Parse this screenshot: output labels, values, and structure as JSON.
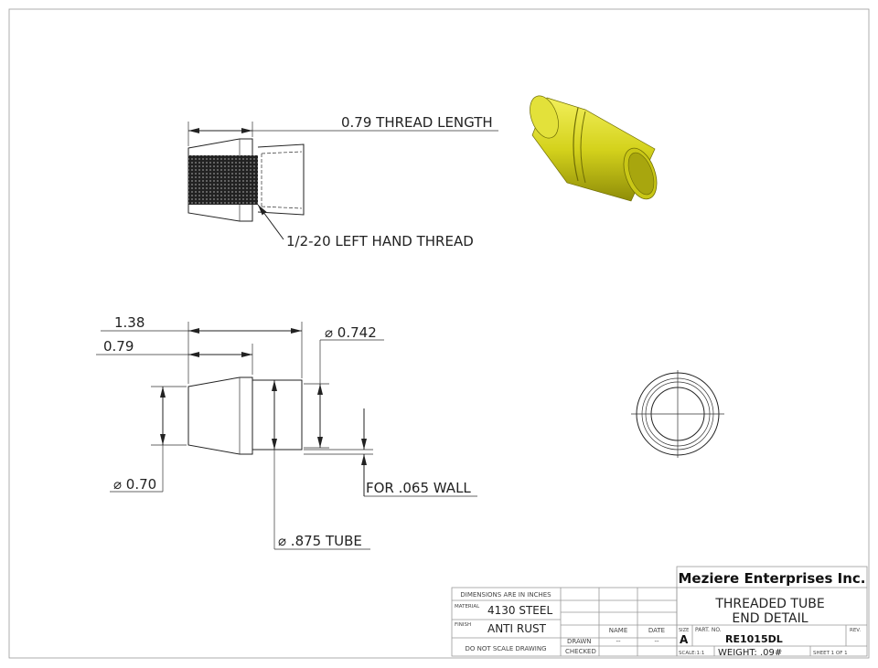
{
  "drawing": {
    "thread_length": "0.79 THREAD LENGTH",
    "thread_spec": "1/2-20 LEFT HAND THREAD",
    "dim_overall": "1.38",
    "dim_taper": "0.79",
    "dim_tube_od": "⌀ 0.742",
    "dim_end_od": "⌀ 0.70",
    "dim_wall": "FOR .065 WALL",
    "dim_tube": "⌀ .875 TUBE"
  },
  "title_block": {
    "company": "Meziere Enterprises Inc.",
    "title_line1": "THREADED TUBE",
    "title_line2": "END DETAIL",
    "dimensions_note": "DIMENSIONS ARE IN INCHES",
    "material_label": "MATERIAL",
    "material": "4130 STEEL",
    "finish_label": "FINISH",
    "finish": "ANTI RUST",
    "scale_note": "DO NOT SCALE DRAWING",
    "name_label": "NAME",
    "date_label": "DATE",
    "drawn_label": "DRAWN",
    "drawn_name": "--",
    "drawn_date": "--",
    "checked_label": "CHECKED",
    "size_label": "SIZE",
    "size": "A",
    "part_no_label": "PART. NO.",
    "part_no": "RE1015DL",
    "rev_label": "REV.",
    "scale": "SCALE:1:1",
    "weight": "WEIGHT: .09#",
    "sheet": "SHEET 1 OF 1"
  },
  "colors": {
    "part_yellow": "#d4d21c",
    "border": "#999999"
  }
}
